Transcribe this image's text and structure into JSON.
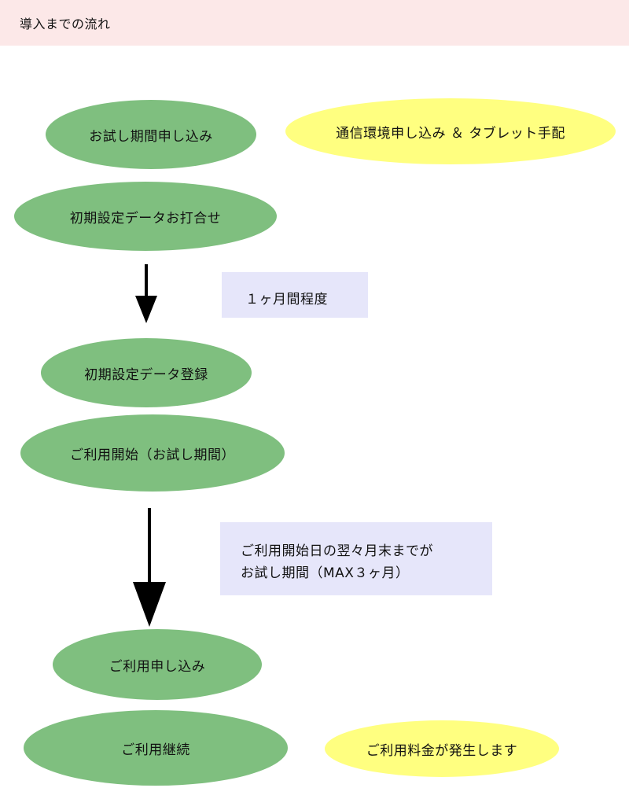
{
  "header": {
    "title": "導入までの流れ",
    "background": "#fce8e8"
  },
  "colors": {
    "step_fill": "#7fbf7f",
    "highlight_fill": "#ffff80",
    "note_fill": "#e6e6fa",
    "arrow": "#000000"
  },
  "steps": [
    {
      "label": "お試し期間申し込み"
    },
    {
      "label": "初期設定データお打合せ"
    },
    {
      "label": "初期設定データ登録"
    },
    {
      "label": "ご利用開始（お試し期間）"
    },
    {
      "label": "ご利用申し込み"
    },
    {
      "label": "ご利用継続"
    }
  ],
  "side_notes": [
    {
      "label": "通信環境申し込み ＆ タブレット手配"
    },
    {
      "label": "ご利用料金が発生します"
    }
  ],
  "durations": [
    {
      "lines": [
        "１ヶ月間程度"
      ]
    },
    {
      "lines": [
        "ご利用開始日の翌々月末までが",
        "お試し期間（MAX３ヶ月）"
      ]
    }
  ]
}
